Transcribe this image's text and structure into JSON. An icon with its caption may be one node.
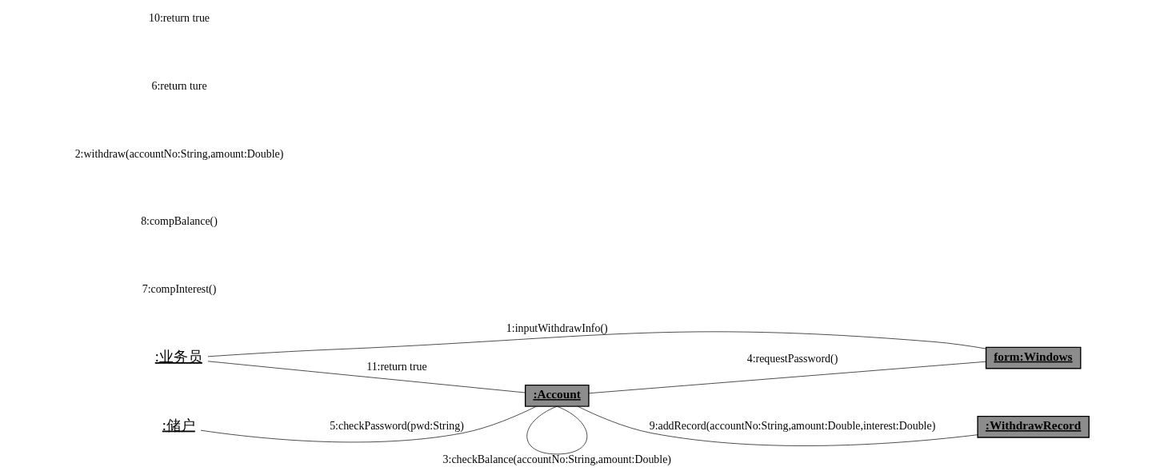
{
  "diagram": {
    "nodes": [
      {
        "text": [
          ":业务员"
        ]
      },
      {
        "text": [
          "form:Windows"
        ]
      },
      {
        "text": [
          ":Account"
        ]
      },
      {
        "text": [
          ":储户"
        ]
      },
      {
        "text": [
          ":WithdrawRecord"
        ]
      }
    ],
    "edges": [
      {
        "from": 0,
        "to": 1,
        "arrow": "none",
        "label": "1:inputWithdrawInfo()"
      },
      {
        "from": 0,
        "to": 2,
        "arrow": "none",
        "label": "11:return true"
      },
      {
        "from": 1,
        "to": 2,
        "arrow": "none",
        "label": "4:requestPassword()"
      },
      {
        "from": 2,
        "to": 2,
        "arrow": "none",
        "label": "3:checkBalance(accountNo:String,amount:Double)"
      },
      {
        "from": 3,
        "to": 2,
        "arrow": "none",
        "label": "5:checkPassword(pwd:String)"
      },
      {
        "from": 2,
        "to": 4,
        "arrow": "none",
        "label": "9:addRecord(accountNo:String,amount:Double,interest:Double)"
      }
    ],
    "labels": [
      "7:compInterest()",
      "8:compBalance()",
      "2:withdraw(accountNo:String,amount:Double)",
      "6:return ture",
      "10:return true"
    ]
  }
}
